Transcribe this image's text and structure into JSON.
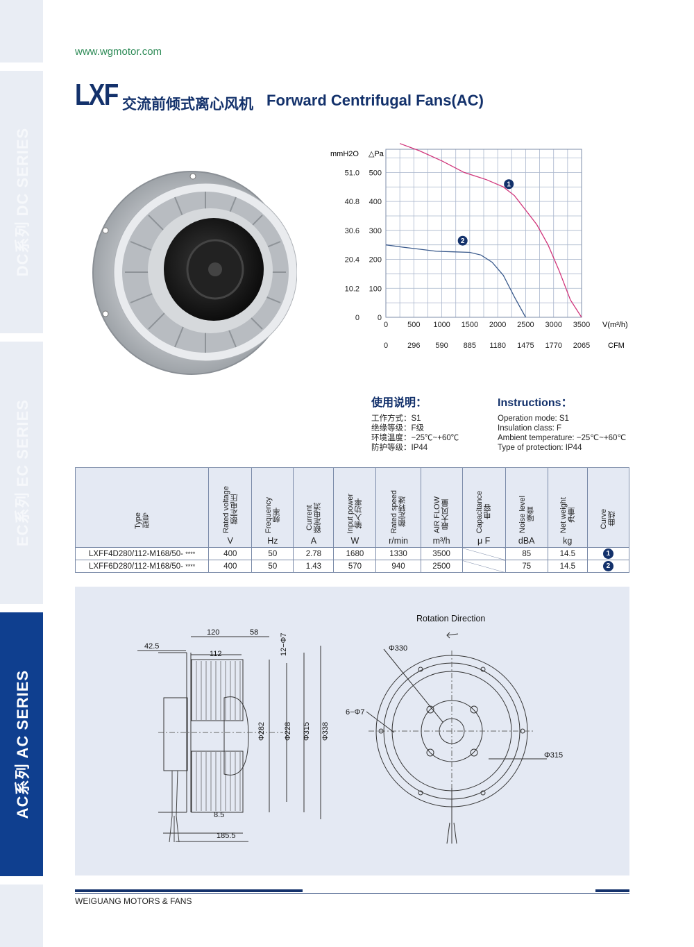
{
  "site_url": "www.wgmotor.com",
  "title": {
    "code": "LXF",
    "cn": "交流前倾式离心风机",
    "en": "Forward Centrifugal Fans(AC)"
  },
  "side_tabs": [
    {
      "label": "DC系列  DC SERIES",
      "active": false
    },
    {
      "label": "EC系列  EC SERIES",
      "active": false
    },
    {
      "label": "AC系列  AC SERIES",
      "active": true
    }
  ],
  "chart_data": {
    "type": "line",
    "y_left_label": "mmH2O",
    "y_right_label": "△Pa",
    "y_ticks_mmh2o": [
      "51.0",
      "40.8",
      "30.6",
      "20.4",
      "10.2",
      "0"
    ],
    "y_ticks_pa": [
      500,
      400,
      300,
      200,
      100,
      0
    ],
    "ylim": [
      0,
      580
    ],
    "xlim": [
      0,
      3500
    ],
    "x_ticks_m3h": [
      0,
      500,
      1000,
      1500,
      2000,
      2500,
      3000,
      3500
    ],
    "x_unit_m3h": "V(m³/h)",
    "x_ticks_cfm": [
      0,
      296,
      590,
      885,
      1180,
      1475,
      1770,
      2065
    ],
    "x_unit_cfm": "CFM",
    "grid": true,
    "series": [
      {
        "name": "1",
        "color": "#d0347a",
        "x": [
          250,
          600,
          1000,
          1400,
          1800,
          2100,
          2300,
          2500,
          2700,
          2900,
          3100,
          3300,
          3500
        ],
        "y": [
          600,
          575,
          540,
          500,
          475,
          450,
          420,
          370,
          320,
          250,
          160,
          60,
          0
        ]
      },
      {
        "name": "2",
        "color": "#3a5a8c",
        "x": [
          0,
          300,
          600,
          900,
          1200,
          1500,
          1700,
          1900,
          2100,
          2300,
          2500
        ],
        "y": [
          250,
          242,
          235,
          228,
          226,
          224,
          215,
          190,
          145,
          70,
          0
        ]
      }
    ]
  },
  "instructions_cn": {
    "title": "使用说明：",
    "lines": [
      "工作方式：S1",
      "绝缘等级：F级",
      "环境温度：−25℃~+60℃",
      "防护等级：IP44"
    ]
  },
  "instructions_en": {
    "title": "Instructions：",
    "lines": [
      "Operation mode: S1",
      "Insulation class:  F",
      "Ambient temperature: −25℃~+60℃",
      "Type of protection: IP44"
    ]
  },
  "table": {
    "headers": [
      {
        "en": "Type",
        "cn": "型号",
        "unit": ""
      },
      {
        "en": "Rated voltage",
        "cn": "额定电压",
        "unit": "V"
      },
      {
        "en": "Frequency",
        "cn": "频率",
        "unit": "Hz"
      },
      {
        "en": "Current",
        "cn": "额定电流",
        "unit": "A"
      },
      {
        "en": "Input power",
        "cn": "输入功率",
        "unit": "W"
      },
      {
        "en": "Rated speed",
        "cn": "额定转速",
        "unit": "r/min"
      },
      {
        "en": "AIR FLOW",
        "cn": "最大风量",
        "unit": "m³/h"
      },
      {
        "en": "Capacitance",
        "cn": "电容",
        "unit": "μ F"
      },
      {
        "en": "Noise level",
        "cn": "噪音",
        "unit": "dBA"
      },
      {
        "en": "Net weight",
        "cn": "净重",
        "unit": "kg"
      },
      {
        "en": "Curve",
        "cn": "曲线",
        "unit": ""
      }
    ],
    "rows": [
      {
        "type": "LXFF4D280/112-M168/50-",
        "stars": "****",
        "voltage": "400",
        "freq": "50",
        "current": "2.78",
        "power": "1680",
        "speed": "1330",
        "airflow": "3500",
        "cap": "",
        "noise": "85",
        "weight": "14.5",
        "curve": "1"
      },
      {
        "type": "LXFF6D280/112-M168/50-",
        "stars": "****",
        "voltage": "400",
        "freq": "50",
        "current": "1.43",
        "power": "570",
        "speed": "940",
        "airflow": "2500",
        "cap": "",
        "noise": "75",
        "weight": "14.5",
        "curve": "2"
      }
    ]
  },
  "drawing": {
    "rotation_label": "Rotation  Direction",
    "dims": {
      "d120": "120",
      "d58": "58",
      "d12phi7": "12−Φ7",
      "d42_5": "42.5",
      "d112": "112",
      "d8_5": "8.5",
      "d185_5": "185.5",
      "phi282": "Φ282",
      "phi228": "Φ228",
      "phi315": "Φ315",
      "phi338": "Φ338",
      "phi330": "Φ330",
      "d6phi7": "6−Φ7",
      "phi315b": "Φ315"
    }
  },
  "footer": "WEIGUANG MOTORS & FANS"
}
